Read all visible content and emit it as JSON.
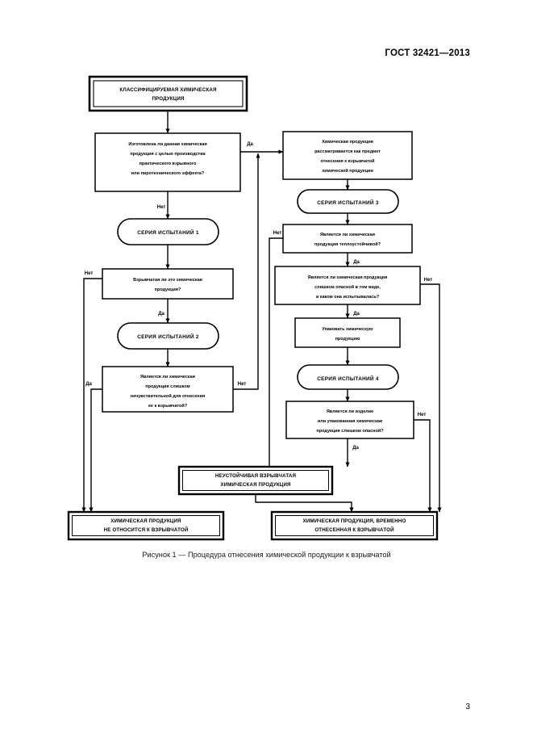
{
  "document": {
    "standard_header": "ГОСТ 32421—2013",
    "page_number": "3",
    "figure_caption": "Рисунок 1 — Процедура отнесения химической продукции к взрывчатой"
  },
  "flowchart": {
    "type": "decision-flowchart",
    "edge_labels": {
      "yes": "Да",
      "no": "Нет"
    },
    "nodes": [
      {
        "id": "start",
        "shape": "terminator-double",
        "text": "КЛАССИФИЦИРУЕМАЯ ХИМИЧЕСКАЯ ПРОДУКЦИЯ"
      },
      {
        "id": "q1",
        "shape": "process",
        "text": "Изготовлена ли данная химическая продукция с целью производства практического взрывного или пиротехнического эффекта?"
      },
      {
        "id": "series1",
        "shape": "rounded",
        "text": "СЕРИЯ ИСПЫТАНИЙ 1"
      },
      {
        "id": "q2",
        "shape": "process",
        "text": "Взрывчатая ли это химическая продукция?"
      },
      {
        "id": "series2",
        "shape": "rounded",
        "text": "СЕРИЯ ИСПЫТАНИЙ 2"
      },
      {
        "id": "q3",
        "shape": "process",
        "text": "Является ли химическая продукция слишком нечувствительной для отнесения ее к взрывчатой?"
      },
      {
        "id": "consider",
        "shape": "process",
        "text": "Химическая продукция рассматривается как предмет отнесения к взрывчатой химической продукции"
      },
      {
        "id": "series3",
        "shape": "rounded",
        "text": "СЕРИЯ ИСПЫТАНИЙ 3"
      },
      {
        "id": "q4",
        "shape": "process",
        "text": "Является ли химическая продукция теплоустойчивой?"
      },
      {
        "id": "q5",
        "shape": "process",
        "text": "Является ли химическая продукция слишком опасной в том виде, в каком она испытывалась?"
      },
      {
        "id": "pack",
        "shape": "process",
        "text": "Упаковать химическую продукцию"
      },
      {
        "id": "series4",
        "shape": "rounded",
        "text": "СЕРИЯ ИСПЫТАНИЙ 4"
      },
      {
        "id": "q6",
        "shape": "process",
        "text": "Является ли изделие или упакованная химическая продукция слишком опасной?"
      },
      {
        "id": "unstable",
        "shape": "terminator-double",
        "text": "НЕУСТОЙЧИВАЯ ВЗРЫВЧАТАЯ ХИМИЧЕСКАЯ ПРОДУКЦИЯ"
      },
      {
        "id": "not-expl",
        "shape": "terminator-double",
        "text": "ХИМИЧЕСКАЯ ПРОДУКЦИЯ НЕ ОТНОСИТСЯ К ВЗРЫВЧАТОЙ"
      },
      {
        "id": "temp-expl",
        "shape": "terminator-double",
        "text": "ХИМИЧЕСКАЯ ПРОДУКЦИЯ, ВРЕМЕННО ОТНЕСЕННАЯ К ВЗРЫВЧАТОЙ"
      }
    ],
    "node_text_lines": {
      "start": [
        "КЛАССИФИЦИРУЕМАЯ ХИМИЧЕСКАЯ",
        "ПРОДУКЦИЯ"
      ],
      "q1": [
        "Изготовлена ли данная химическая",
        "продукция с целью производства",
        "практического взрывного",
        "или пиротехнического эффекта?"
      ],
      "series1": [
        "СЕРИЯ ИСПЫТАНИЙ 1"
      ],
      "q2": [
        "Взрывчатая ли это химическая",
        "продукция?"
      ],
      "series2": [
        "СЕРИЯ ИСПЫТАНИЙ 2"
      ],
      "q3": [
        "Является ли химическая",
        "продукция слишком",
        "нечувствительной для отнесения",
        "ее к взрывчатой?"
      ],
      "consider": [
        "Химическая продукция",
        "рассматривается как предмет",
        "отнесения к взрывчатой",
        "химической продукции"
      ],
      "series3": [
        "СЕРИЯ ИСПЫТАНИЙ 3"
      ],
      "q4": [
        "Является ли химическая",
        "продукция теплоустойчивой?"
      ],
      "q5": [
        "Является ли химическая продукция",
        "слишком опасной в том виде,",
        "в каком она испытывалась?"
      ],
      "pack": [
        "Упаковать химическую",
        "продукцию"
      ],
      "series4": [
        "СЕРИЯ ИСПЫТАНИЙ 4"
      ],
      "q6": [
        "Является ли изделие",
        "или упакованная химическая",
        "продукция слишком опасной?"
      ],
      "unstable": [
        "НЕУСТОЙЧИВАЯ ВЗРЫВЧАТАЯ",
        "ХИМИЧЕСКАЯ ПРОДУКЦИЯ"
      ],
      "not-expl": [
        "ХИМИЧЕСКАЯ ПРОДУКЦИЯ",
        "НЕ ОТНОСИТСЯ К ВЗРЫВЧАТОЙ"
      ],
      "temp-expl": [
        "ХИМИЧЕСКАЯ ПРОДУКЦИЯ, ВРЕМЕННО",
        "ОТНЕСЕННАЯ К ВЗРЫВЧАТОЙ"
      ]
    },
    "edges": [
      {
        "from": "start",
        "to": "q1",
        "label": ""
      },
      {
        "from": "q1",
        "to": "consider",
        "label": "Да"
      },
      {
        "from": "q1",
        "to": "series1",
        "label": "Нет"
      },
      {
        "from": "series1",
        "to": "q2",
        "label": ""
      },
      {
        "from": "q2",
        "to": "not-expl",
        "label": "Нет"
      },
      {
        "from": "q2",
        "to": "series2",
        "label": "Да"
      },
      {
        "from": "series2",
        "to": "q3",
        "label": ""
      },
      {
        "from": "q3",
        "to": "not-expl",
        "label": "Да"
      },
      {
        "from": "q3",
        "to": "consider",
        "label": "Нет"
      },
      {
        "from": "consider",
        "to": "series3",
        "label": ""
      },
      {
        "from": "series3",
        "to": "q4",
        "label": ""
      },
      {
        "from": "q4",
        "to": "unstable",
        "label": "Нет"
      },
      {
        "from": "q4",
        "to": "q5",
        "label": "Да"
      },
      {
        "from": "q5",
        "to": "temp-expl",
        "label": "Нет"
      },
      {
        "from": "q5",
        "to": "pack",
        "label": "Да"
      },
      {
        "from": "pack",
        "to": "series4",
        "label": ""
      },
      {
        "from": "series4",
        "to": "q6",
        "label": ""
      },
      {
        "from": "q6",
        "to": "temp-expl",
        "label": "Нет"
      },
      {
        "from": "q6",
        "to": "unstable",
        "label": "Да"
      }
    ]
  }
}
